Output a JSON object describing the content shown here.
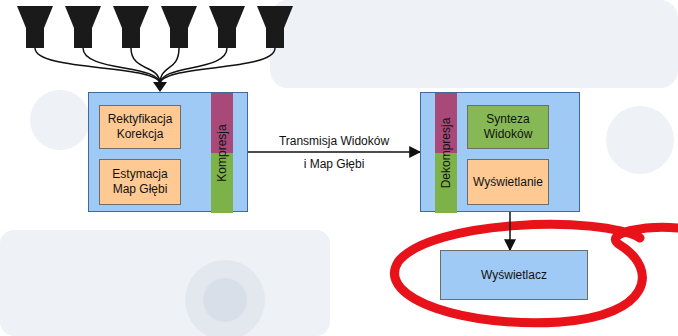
{
  "diagram": {
    "nodes": [
      {
        "text": []
      },
      {
        "text": [
          "Rektyfikacja Korekcja"
        ],
        "in": 0
      },
      {
        "text": [
          "Estymacja Map Głębi"
        ],
        "in": 0
      },
      {
        "text": [
          "Kompresja"
        ],
        "in": 0
      },
      {
        "text": []
      },
      {
        "text": [
          "Dekompresja"
        ],
        "in": 4
      },
      {
        "text": [
          "Synteza Widoków"
        ],
        "in": 4
      },
      {
        "text": [
          "Wyświetlanie"
        ],
        "in": 4
      },
      {
        "text": [
          "Wyświetlacz"
        ]
      }
    ],
    "edges": [
      {
        "from": 0,
        "to": 4,
        "arrow": "to",
        "label": "Transmisja Widoków"
      },
      {
        "from": 4,
        "to": 8,
        "arrow": "to"
      }
    ],
    "labels": [
      "i Map Głębi"
    ]
  }
}
